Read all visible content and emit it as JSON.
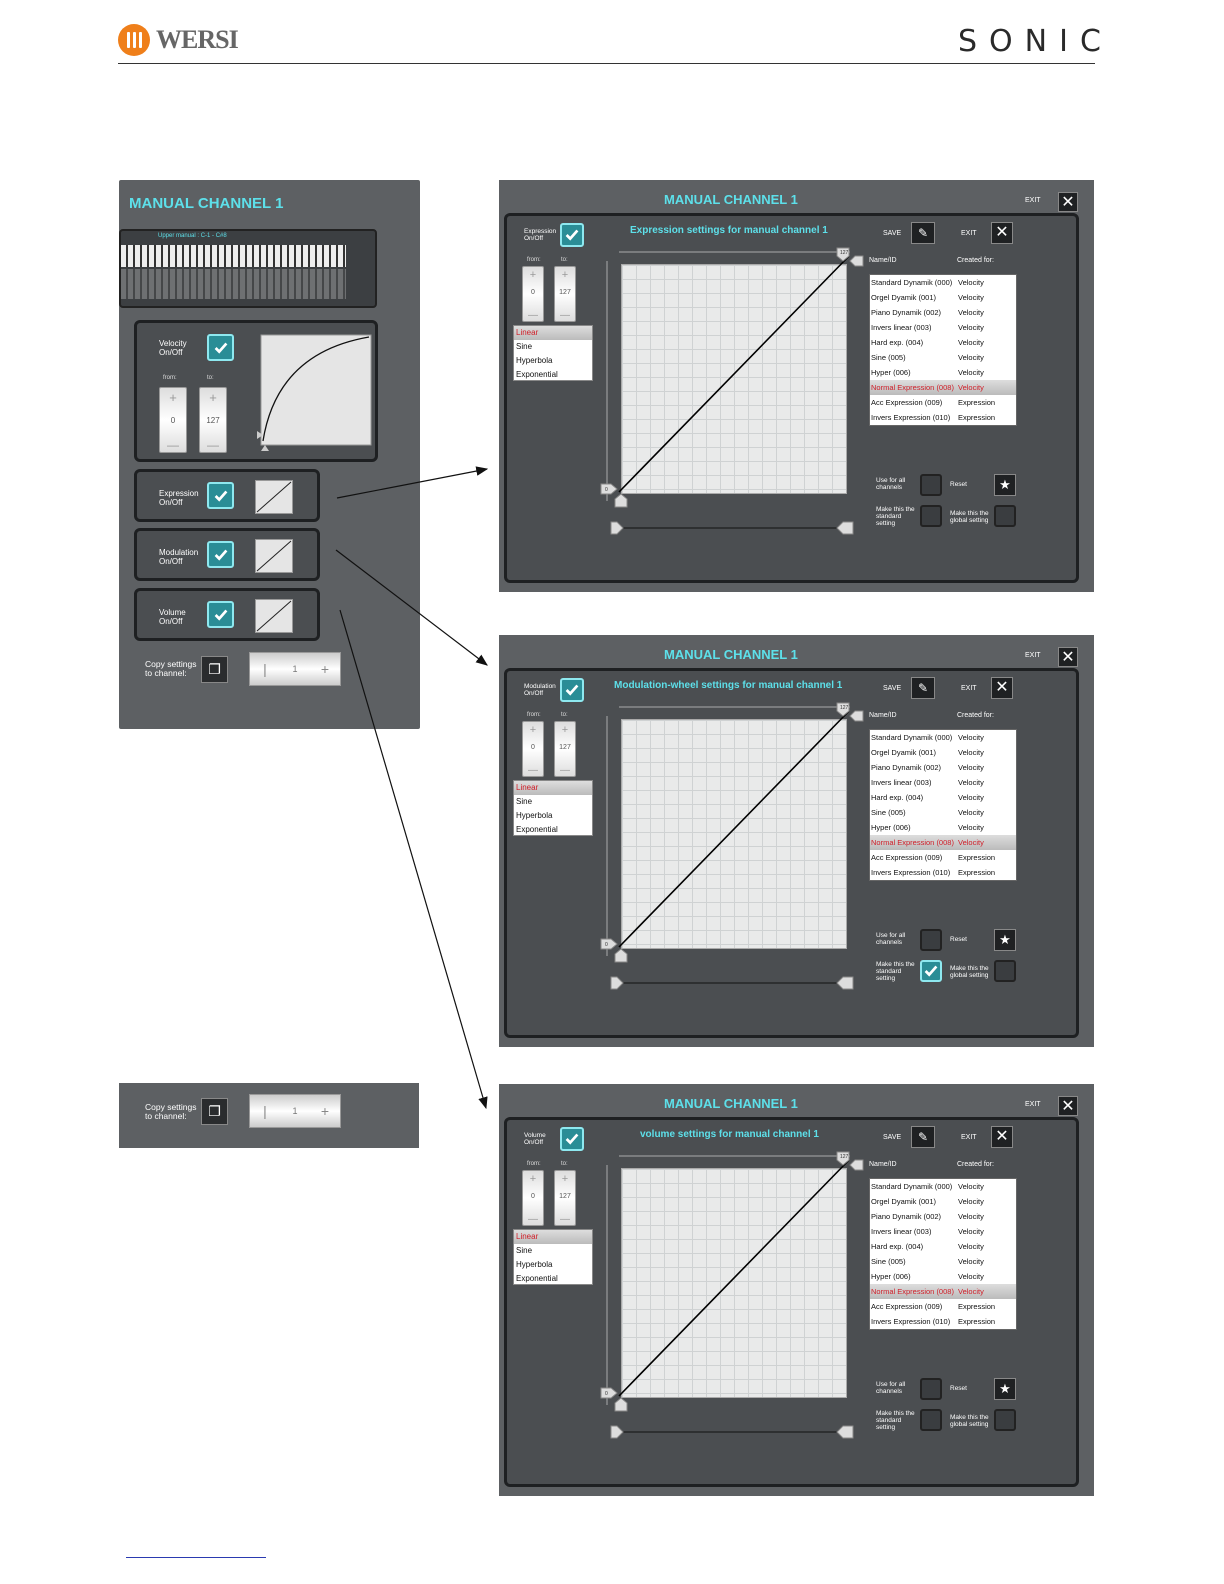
{
  "header": {
    "brand": "WERSI",
    "product": "SONIC"
  },
  "left_panel": {
    "title": "MANUAL CHANNEL 1",
    "keyboard_caption": "Upper manual : C-1 - C#8",
    "velocity": {
      "label": "Velocity On/Off",
      "from_label": "from:",
      "to_label": "to:",
      "from_value": "0",
      "to_value": "127"
    },
    "expression": {
      "label": "Expression On/Off"
    },
    "modulation": {
      "label": "Modulation On/Off"
    },
    "volume": {
      "label": "Volume On/Off"
    },
    "copy": {
      "label": "Copy settings to channel:",
      "value": "1"
    }
  },
  "copy_detail": {
    "label": "Copy settings to channel:",
    "value": "1"
  },
  "panels": [
    {
      "title": "MANUAL CHANNEL 1",
      "exit": "EXIT",
      "toggle_label": "Expression On/Off",
      "subtitle": "Expression settings for manual channel 1",
      "save": "SAVE",
      "exit2": "EXIT",
      "from_label": "from:",
      "to_label": "to:",
      "from_value": "0",
      "to_value": "127",
      "curves": [
        "Linear",
        "Sine",
        "Hyperbola",
        "Exponential"
      ],
      "list_headers": {
        "name": "Name/ID",
        "created": "Created for:"
      },
      "rows": [
        [
          "Standard Dynamik (000)",
          "Velocity"
        ],
        [
          "Orgel Dyamik (001)",
          "Velocity"
        ],
        [
          "Piano Dynamik (002)",
          "Velocity"
        ],
        [
          "Invers linear (003)",
          "Velocity"
        ],
        [
          "Hard exp. (004)",
          "Velocity"
        ],
        [
          "Sine (005)",
          "Velocity"
        ],
        [
          "Hyper (006)",
          "Velocity"
        ],
        [
          "Normal Expression (008)",
          "Velocity"
        ],
        [
          "Acc Expression (009)",
          "Expression"
        ],
        [
          "Invers Expression (010)",
          "Expression"
        ]
      ],
      "use_all": "Use for all channels",
      "reset": "Reset",
      "make_standard": "Make this the standard setting",
      "make_global": "Make this the global setting",
      "standard_checked": false,
      "axis_min": "0",
      "axis_max": "127"
    },
    {
      "title": "MANUAL CHANNEL 1",
      "exit": "EXIT",
      "toggle_label": "Modulation On/Off",
      "subtitle": "Modulation-wheel settings for manual channel 1",
      "save": "SAVE",
      "exit2": "EXIT",
      "from_label": "from:",
      "to_label": "to:",
      "from_value": "0",
      "to_value": "127",
      "curves": [
        "Linear",
        "Sine",
        "Hyperbola",
        "Exponential"
      ],
      "list_headers": {
        "name": "Name/ID",
        "created": "Created for:"
      },
      "rows": [
        [
          "Standard Dynamik (000)",
          "Velocity"
        ],
        [
          "Orgel Dyamik (001)",
          "Velocity"
        ],
        [
          "Piano Dynamik (002)",
          "Velocity"
        ],
        [
          "Invers linear (003)",
          "Velocity"
        ],
        [
          "Hard exp. (004)",
          "Velocity"
        ],
        [
          "Sine (005)",
          "Velocity"
        ],
        [
          "Hyper (006)",
          "Velocity"
        ],
        [
          "Normal Expression (008)",
          "Velocity"
        ],
        [
          "Acc Expression (009)",
          "Expression"
        ],
        [
          "Invers Expression (010)",
          "Expression"
        ]
      ],
      "use_all": "Use for all channels",
      "reset": "Reset",
      "make_standard": "Make this the standard setting",
      "make_global": "Make this the global setting",
      "standard_checked": true,
      "axis_min": "0",
      "axis_max": "127"
    },
    {
      "title": "MANUAL CHANNEL 1",
      "exit": "EXIT",
      "toggle_label": "Volume On/Off",
      "subtitle": "volume settings for manual channel 1",
      "save": "SAVE",
      "exit2": "EXIT",
      "from_label": "from:",
      "to_label": "to:",
      "from_value": "0",
      "to_value": "127",
      "curves": [
        "Linear",
        "Sine",
        "Hyperbola",
        "Exponential"
      ],
      "list_headers": {
        "name": "Name/ID",
        "created": "Created for:"
      },
      "rows": [
        [
          "Standard Dynamik (000)",
          "Velocity"
        ],
        [
          "Orgel Dyamik (001)",
          "Velocity"
        ],
        [
          "Piano Dynamik (002)",
          "Velocity"
        ],
        [
          "Invers linear (003)",
          "Velocity"
        ],
        [
          "Hard exp. (004)",
          "Velocity"
        ],
        [
          "Sine (005)",
          "Velocity"
        ],
        [
          "Hyper (006)",
          "Velocity"
        ],
        [
          "Normal Expression (008)",
          "Velocity"
        ],
        [
          "Acc Expression (009)",
          "Expression"
        ],
        [
          "Invers Expression (010)",
          "Expression"
        ]
      ],
      "use_all": "Use for all channels",
      "reset": "Reset",
      "make_standard": "Make this the standard setting",
      "make_global": "Make this the global setting",
      "standard_checked": false,
      "axis_min": "0",
      "axis_max": "127"
    }
  ],
  "colors": {
    "accent": "#5de0ea",
    "panel": "#5d6063",
    "selected_text": "#d0202a",
    "brand_orange": "#ef7f1a"
  }
}
